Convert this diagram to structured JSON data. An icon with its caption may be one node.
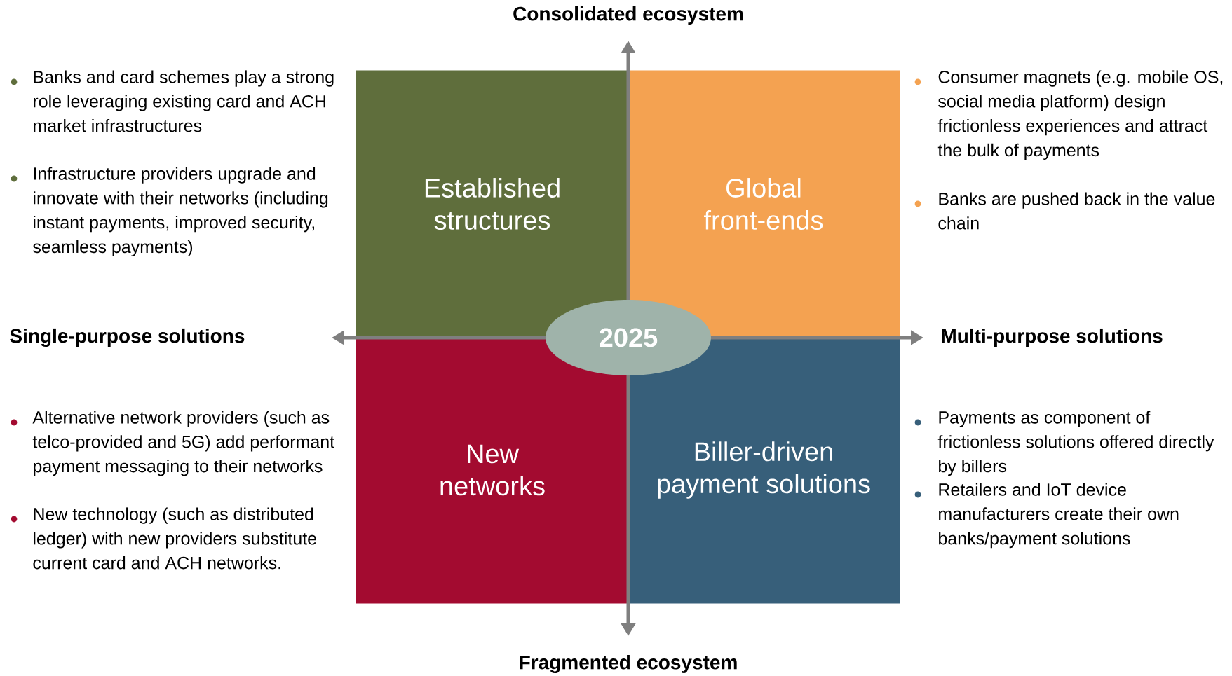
{
  "diagram": {
    "nodes": [
      {
        "text": [
          "Established structures"
        ]
      },
      {
        "text": [
          "Global front-ends"
        ]
      },
      {
        "text": [
          "2025"
        ]
      },
      {
        "text": [
          "New networks"
        ]
      },
      {
        "text": [
          "Biller-driven payment solutions"
        ]
      }
    ],
    "labels": [
      "Consolidated ecosystem",
      "Banks and card schemes play a strong role leveraging existing card and ACH market infrastructures",
      "Infrastructure providers upgrade and innovate with their networks (including instant payments, improved security, seamless payments)",
      "Consumer magnets (e.g. mobile OS, social media platform) design frictionless experiences and attract the bulk of payments",
      "Banks are pushed back in the value chain",
      "Single-purpose solutions",
      "Multi-purpose solutions",
      "Alternative network providers (such as telco-provided and 5G) add performant payment messaging to their networks",
      "New technology (such as distributed ledger) with new providers substitute current card and ACH networks.",
      "Payments as component of frictionless solutions offered directly by billers",
      "Retailers and IoT device manufacturers create their own banks/payment solutions",
      "Fragmented ecosystem"
    ]
  }
}
